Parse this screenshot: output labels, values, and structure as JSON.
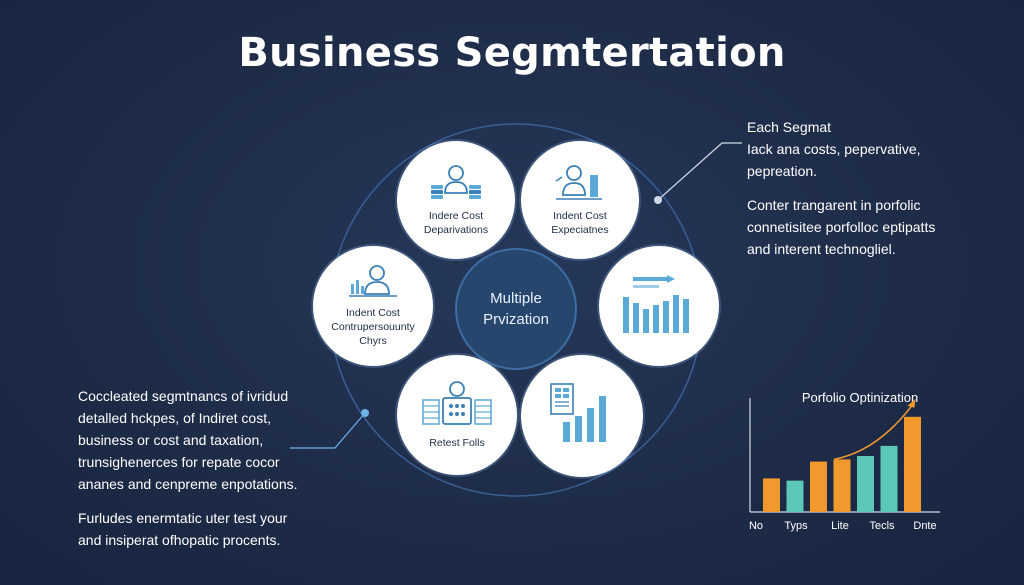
{
  "title": "Business Segmtertation",
  "center": {
    "line1": "Multiple",
    "line2": "Prvization"
  },
  "nodes": {
    "top_left": {
      "line1": "Indere Cost",
      "line2": "Deparivations"
    },
    "top_right": {
      "line1": "Indent Cost",
      "line2": "Expeciatnes"
    },
    "left": {
      "line1": "Indent Cost",
      "line2": "Contrupersouunty",
      "line3": "Chyrs"
    },
    "bottom_left": {
      "line1": "Retest Folls"
    }
  },
  "right_text": {
    "line1": "Each Segmat",
    "line2": "Iack ana costs, pepervative,",
    "line3": "pepreation.",
    "line4": "Conter trangarent in porfolic",
    "line5": "connetisitee porfolloc eptipatts",
    "line6": "and interent technogliel."
  },
  "left_text": {
    "line1": "Coccleated segmtnancs of ivridud",
    "line2": "detalled hckpes, of Indiret cost,",
    "line3": "business or cost and taxation,",
    "line4": "trunsighenerces for repate cocor",
    "line5": "ananes and cenpreme enpotations.",
    "line6": "Furludes enermtatic uter test your",
    "line7": "and insiperat ofhopatic procents."
  },
  "chart_data": {
    "type": "bar",
    "title": "Porfolio Optinization",
    "x_tick_labels": [
      "No",
      "Typs",
      "Lite",
      "Tecls",
      "Dnte"
    ],
    "values": [
      3,
      2.8,
      4.5,
      4.7,
      5.0,
      5.9,
      8.5
    ],
    "colors": [
      "#f2992e",
      "#5cc8b8",
      "#f2992e",
      "#f2992e",
      "#5cc8b8",
      "#5cc8b8",
      "#f2992e"
    ],
    "ylim": [
      0,
      10
    ],
    "trend_arrow": true
  },
  "colors": {
    "background": "#1e2c48",
    "accent_blue": "#6fb3e8",
    "orange": "#f2992e",
    "teal": "#5cc8b8"
  }
}
